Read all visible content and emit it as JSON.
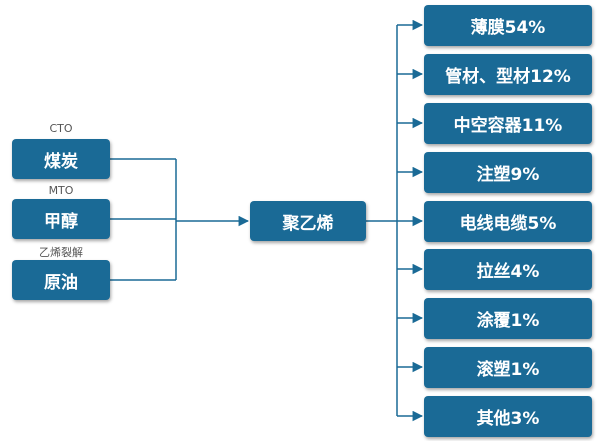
{
  "sources": [
    {
      "tag": "CTO",
      "label": "煤炭"
    },
    {
      "tag": "MTO",
      "label": "甲醇"
    },
    {
      "tag": "乙烯裂解",
      "label": "原油"
    }
  ],
  "hub": {
    "label": "聚乙烯"
  },
  "outputs": [
    {
      "label": "薄膜54%"
    },
    {
      "label": "管材、型材12%"
    },
    {
      "label": "中空容器11%"
    },
    {
      "label": "注塑9%"
    },
    {
      "label": "电线电缆5%"
    },
    {
      "label": "拉丝4%"
    },
    {
      "label": "涂覆1%"
    },
    {
      "label": "滚塑1%"
    },
    {
      "label": "其他3%"
    }
  ],
  "colors": {
    "node": "#1a6a96",
    "line": "#1a6a96"
  }
}
